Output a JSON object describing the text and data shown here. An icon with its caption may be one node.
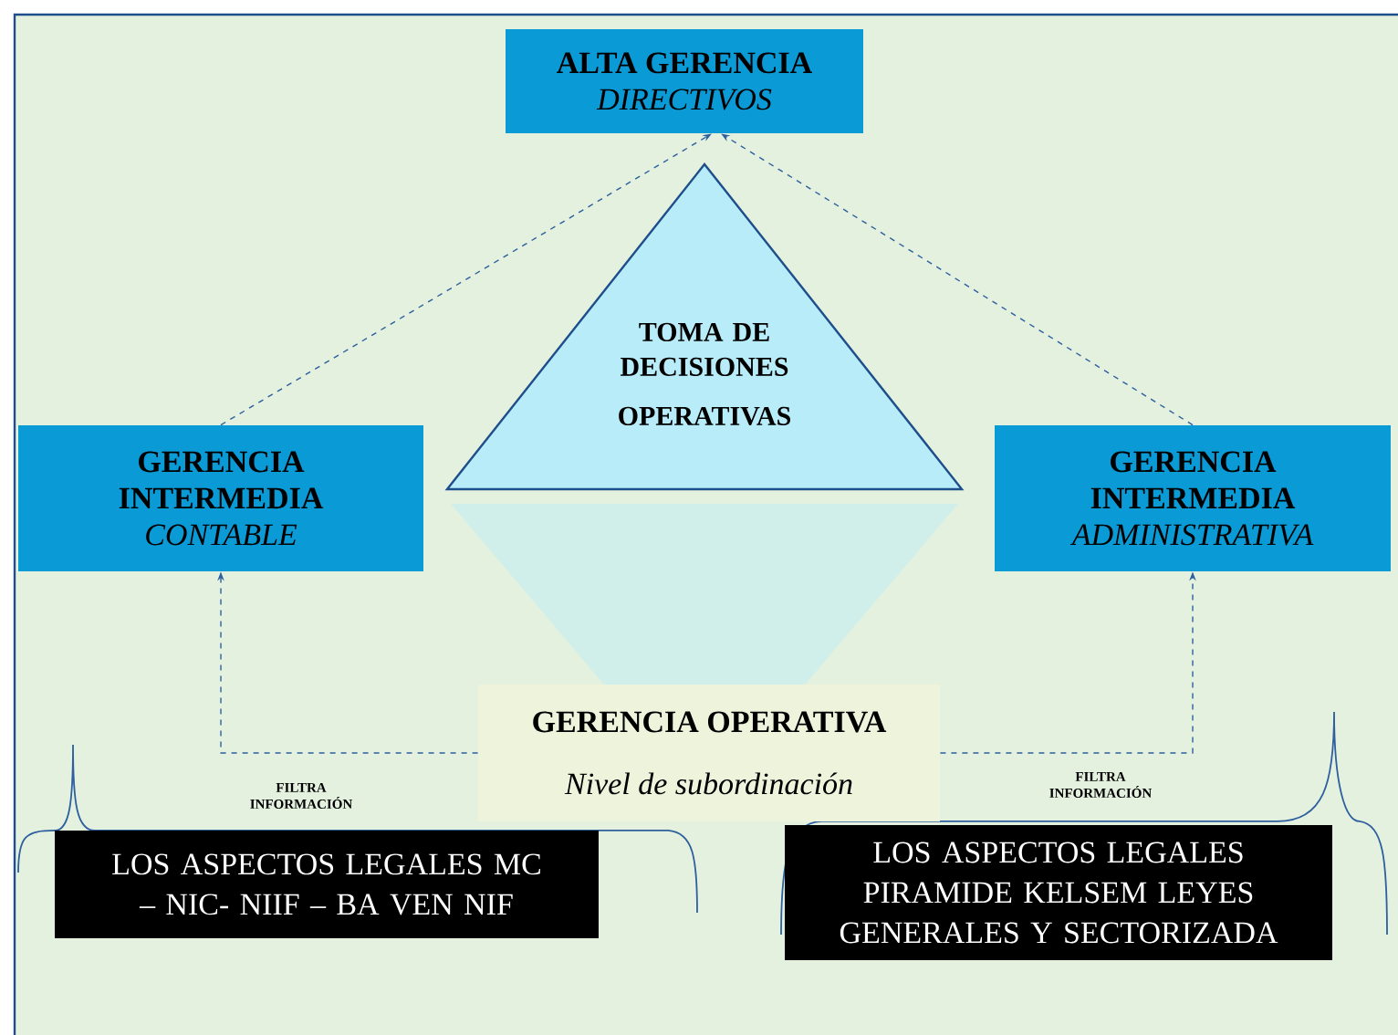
{
  "diagram": {
    "nodes": [
      {
        "text": [
          "ALTA GERENCIA",
          "DIRECTIVOS"
        ]
      },
      {
        "text": [
          "TOMA DE DECISIONES",
          "OPERATIVAS"
        ]
      },
      {
        "text": [
          "GERENCIA INTERMEDIA",
          "CONTABLE"
        ]
      },
      {
        "text": [
          "GERENCIA INTERMEDIA",
          "ADMINISTRATIVA"
        ]
      },
      {
        "text": [
          "GERENCIA OPERATIVA",
          "Nivel de subordinación"
        ]
      },
      {
        "text": [
          "LOS ASPECTOS LEGALES MC – NIC- NIIF – BA VEN NIF"
        ]
      },
      {
        "text": [
          "LOS ASPECTOS LEGALES PIRAMIDE KELSEM  LEYES GENERALES Y SECTORIZADA"
        ]
      }
    ],
    "edges": [
      {
        "from": 2,
        "to": 0,
        "arrow": "to",
        "style": "dashed"
      },
      {
        "from": 3,
        "to": 0,
        "arrow": "to",
        "style": "dashed"
      },
      {
        "from": 4,
        "to": 2,
        "arrow": "to",
        "style": "dashed",
        "label": "FILTRA INFORMACIÓN"
      },
      {
        "from": 4,
        "to": 3,
        "arrow": "to",
        "style": "dashed",
        "label": "FILTRA INFORMACIÓN"
      }
    ]
  }
}
